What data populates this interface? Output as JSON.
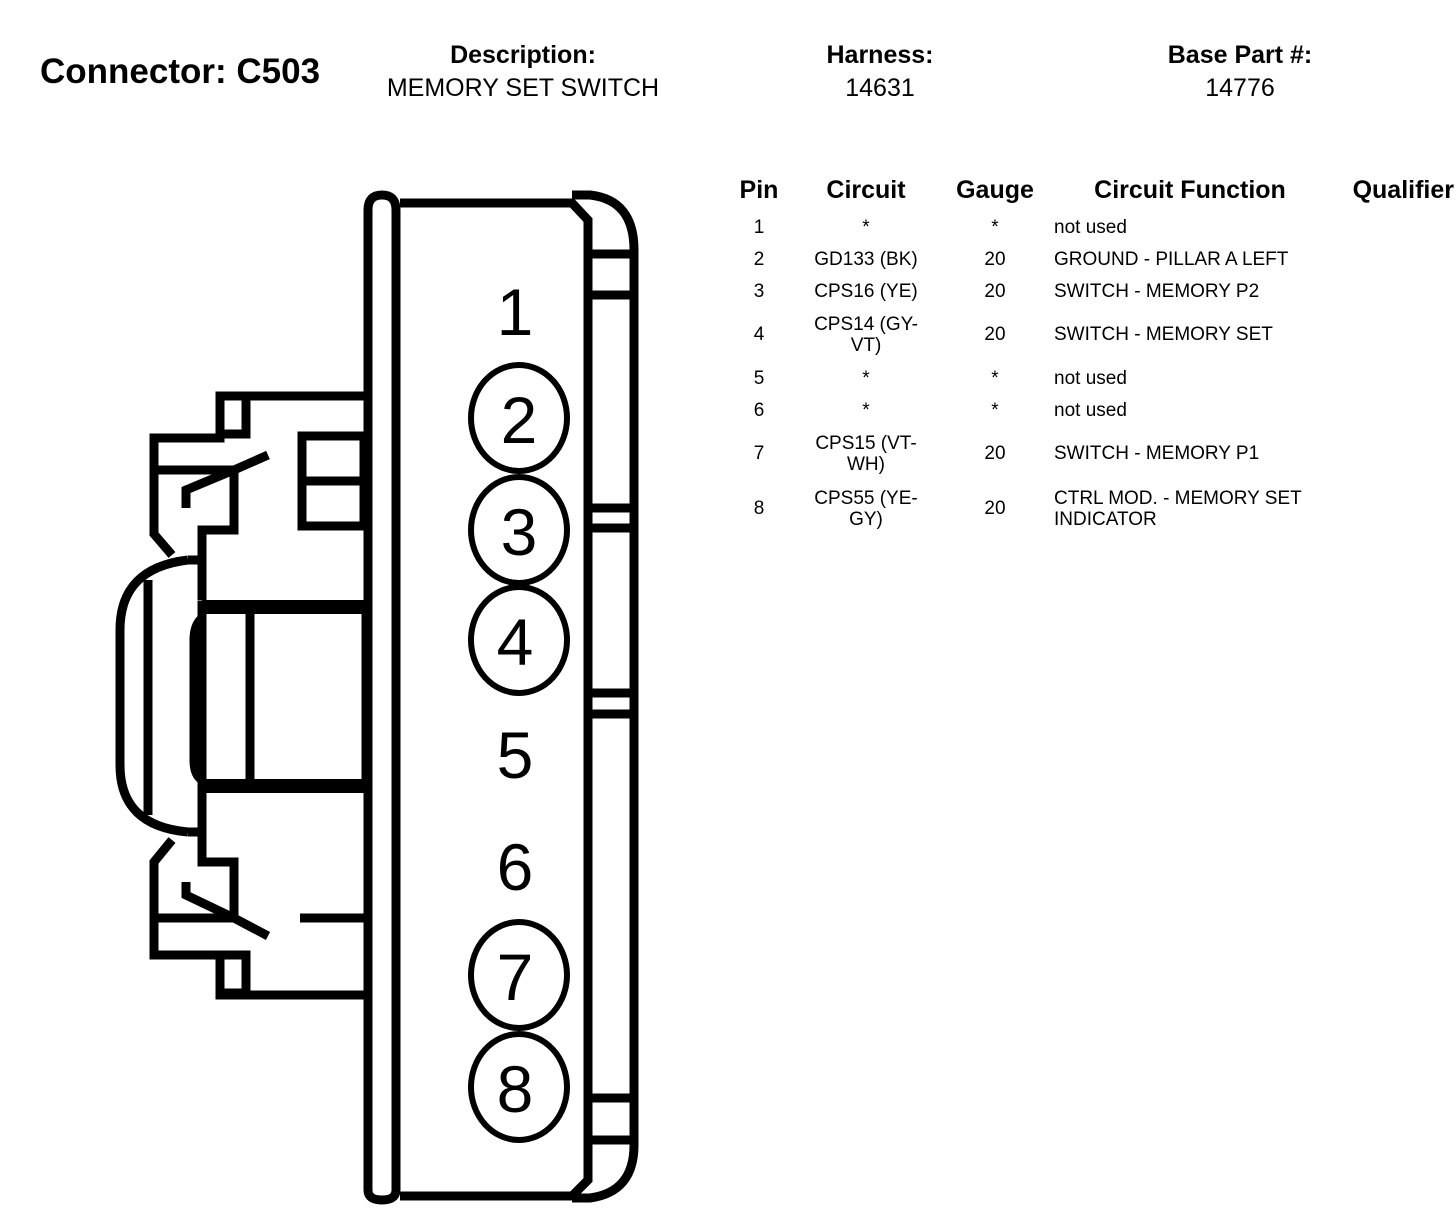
{
  "header": {
    "connector_label": "Connector: C503",
    "description_label": "Description:",
    "description_value": "MEMORY SET SWITCH",
    "harness_label": "Harness:",
    "harness_value": "14631",
    "base_part_label": "Base Part #:",
    "base_part_value": "14776"
  },
  "diagram": {
    "pin_labels": [
      "1",
      "2",
      "3",
      "4",
      "5",
      "6",
      "7",
      "8"
    ],
    "circled_pins": [
      "2",
      "3",
      "4",
      "7",
      "8"
    ]
  },
  "table": {
    "columns": [
      "Pin",
      "Circuit",
      "Gauge",
      "Circuit Function",
      "Qualifier"
    ],
    "rows": [
      {
        "pin": "1",
        "circuit": "*",
        "gauge": "*",
        "function": "not used",
        "qualifier": ""
      },
      {
        "pin": "2",
        "circuit": "GD133 (BK)",
        "gauge": "20",
        "function": "GROUND - PILLAR A LEFT",
        "qualifier": ""
      },
      {
        "pin": "3",
        "circuit": "CPS16 (YE)",
        "gauge": "20",
        "function": "SWITCH - MEMORY P2",
        "qualifier": ""
      },
      {
        "pin": "4",
        "circuit": "CPS14 (GY-VT)",
        "gauge": "20",
        "function": "SWITCH - MEMORY SET",
        "qualifier": ""
      },
      {
        "pin": "5",
        "circuit": "*",
        "gauge": "*",
        "function": "not used",
        "qualifier": ""
      },
      {
        "pin": "6",
        "circuit": "*",
        "gauge": "*",
        "function": "not used",
        "qualifier": ""
      },
      {
        "pin": "7",
        "circuit": "CPS15 (VT-WH)",
        "gauge": "20",
        "function": "SWITCH - MEMORY P1",
        "qualifier": ""
      },
      {
        "pin": "8",
        "circuit": "CPS55 (YE-GY)",
        "gauge": "20",
        "function": "CTRL MOD. - MEMORY SET INDICATOR",
        "qualifier": ""
      }
    ]
  }
}
